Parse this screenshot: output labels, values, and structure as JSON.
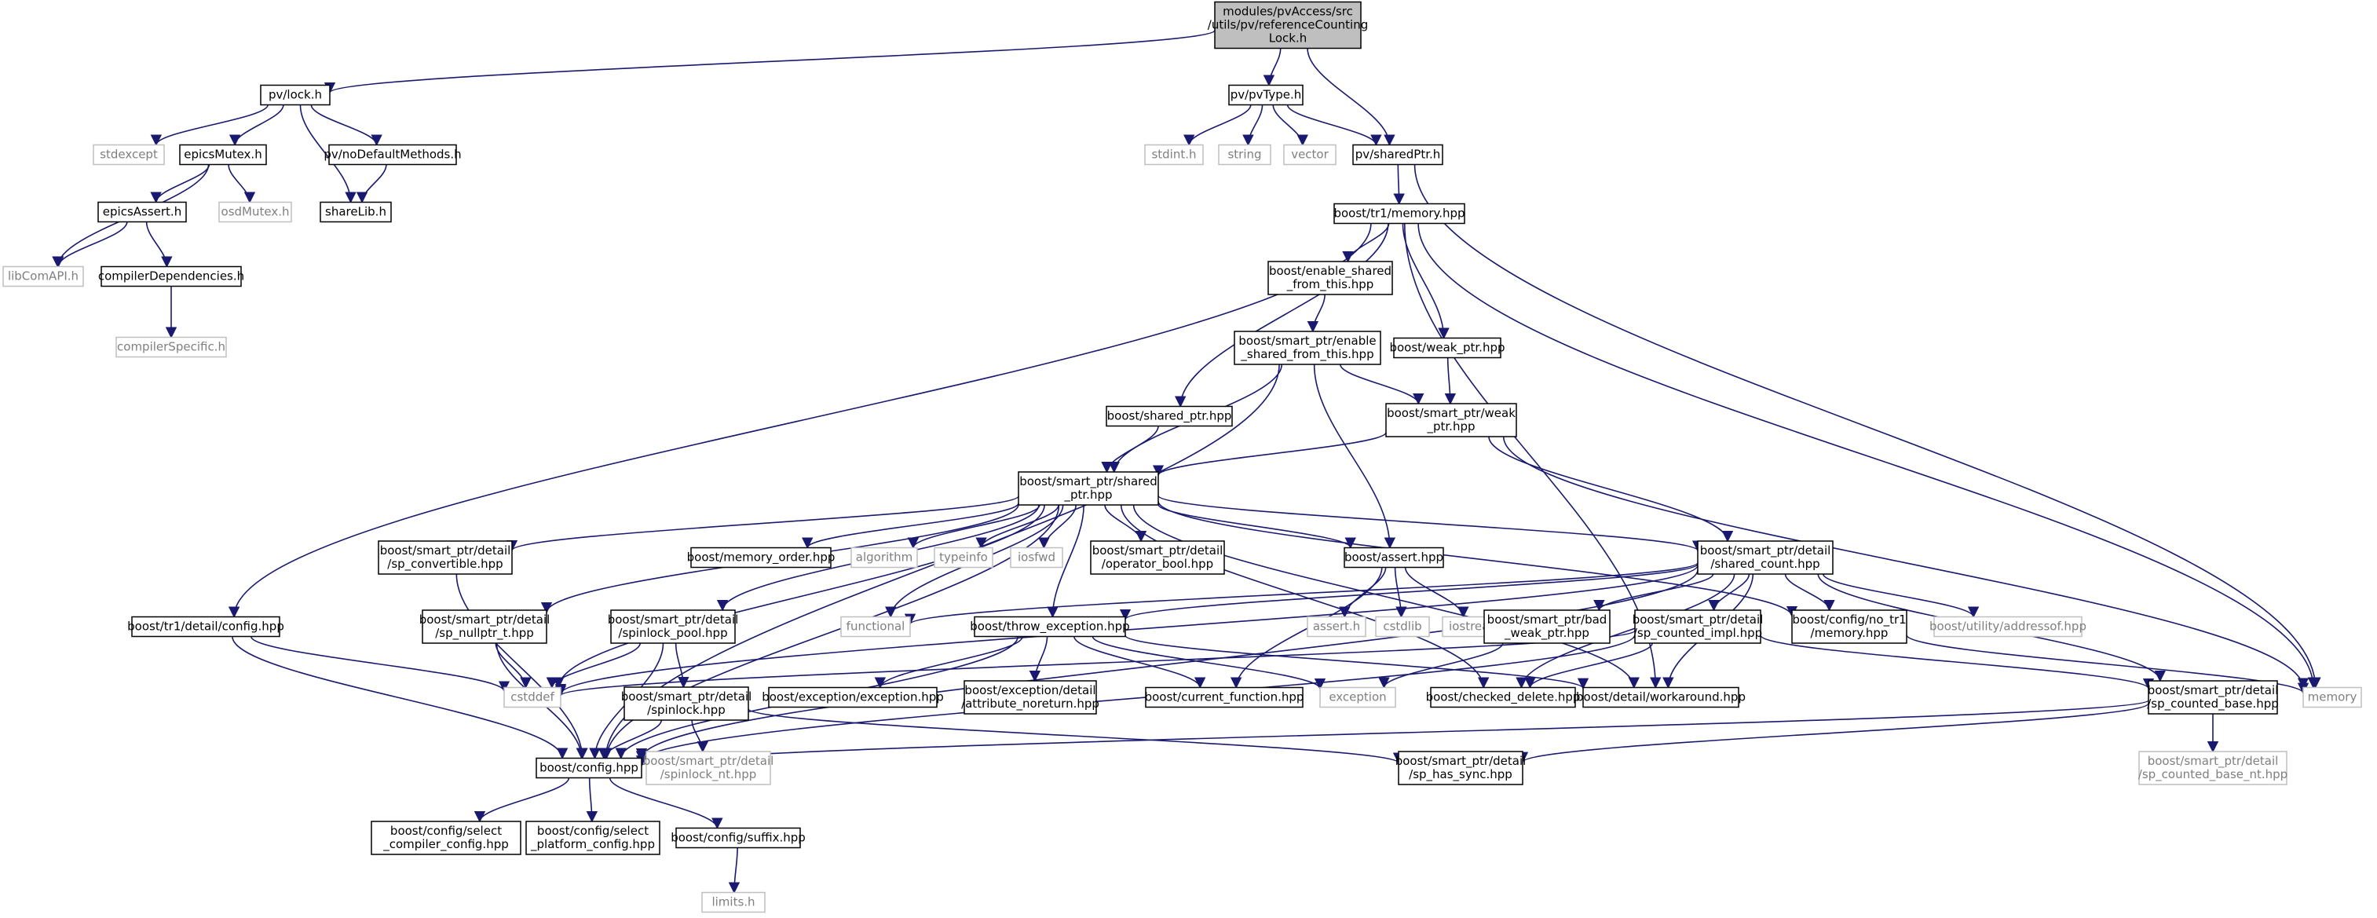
{
  "graph": {
    "title": "",
    "edge_color": "#191970",
    "nodes": [
      {
        "id": "root",
        "lines": [
          "modules/pvAccess/src",
          "/utils/pv/referenceCounting",
          "Lock.h"
        ],
        "kind": "root"
      },
      {
        "id": "lock",
        "lines": [
          "pv/lock.h"
        ],
        "kind": "local"
      },
      {
        "id": "pvtype",
        "lines": [
          "pv/pvType.h"
        ],
        "kind": "local"
      },
      {
        "id": "sharedptr",
        "lines": [
          "pv/sharedPtr.h"
        ],
        "kind": "local"
      },
      {
        "id": "stdexcept",
        "lines": [
          "stdexcept"
        ],
        "kind": "system"
      },
      {
        "id": "epicsmutex",
        "lines": [
          "epicsMutex.h"
        ],
        "kind": "local"
      },
      {
        "id": "nodefault",
        "lines": [
          "pv/noDefaultMethods.h"
        ],
        "kind": "local"
      },
      {
        "id": "sharelib",
        "lines": [
          "shareLib.h"
        ],
        "kind": "local"
      },
      {
        "id": "epicsassert",
        "lines": [
          "epicsAssert.h"
        ],
        "kind": "local"
      },
      {
        "id": "osdmutex",
        "lines": [
          "osdMutex.h"
        ],
        "kind": "system"
      },
      {
        "id": "libcom",
        "lines": [
          "libComAPI.h"
        ],
        "kind": "system"
      },
      {
        "id": "compdeps",
        "lines": [
          "compilerDependencies.h"
        ],
        "kind": "local"
      },
      {
        "id": "compspec",
        "lines": [
          "compilerSpecific.h"
        ],
        "kind": "system"
      },
      {
        "id": "stdint",
        "lines": [
          "stdint.h"
        ],
        "kind": "system"
      },
      {
        "id": "string",
        "lines": [
          "string"
        ],
        "kind": "system"
      },
      {
        "id": "vector",
        "lines": [
          "vector"
        ],
        "kind": "system"
      },
      {
        "id": "tr1memory",
        "lines": [
          "boost/tr1/memory.hpp"
        ],
        "kind": "local"
      },
      {
        "id": "memory",
        "lines": [
          "memory"
        ],
        "kind": "system"
      },
      {
        "id": "enableshared",
        "lines": [
          "boost/enable_shared",
          "_from_this.hpp"
        ],
        "kind": "local"
      },
      {
        "id": "spenable",
        "lines": [
          "boost/smart_ptr/enable",
          "_shared_from_this.hpp"
        ],
        "kind": "local"
      },
      {
        "id": "weakptr",
        "lines": [
          "boost/weak_ptr.hpp"
        ],
        "kind": "local"
      },
      {
        "id": "sharedptrhpp",
        "lines": [
          "boost/shared_ptr.hpp"
        ],
        "kind": "local"
      },
      {
        "id": "spweak",
        "lines": [
          "boost/smart_ptr/weak",
          "_ptr.hpp"
        ],
        "kind": "local"
      },
      {
        "id": "spshared",
        "lines": [
          "boost/smart_ptr/shared",
          "_ptr.hpp"
        ],
        "kind": "local"
      },
      {
        "id": "spconvertible",
        "lines": [
          "boost/smart_ptr/detail",
          "/sp_convertible.hpp"
        ],
        "kind": "local"
      },
      {
        "id": "memorder",
        "lines": [
          "boost/memory_order.hpp"
        ],
        "kind": "local"
      },
      {
        "id": "algorithm",
        "lines": [
          "algorithm"
        ],
        "kind": "system"
      },
      {
        "id": "typeinfo",
        "lines": [
          "typeinfo"
        ],
        "kind": "system"
      },
      {
        "id": "iosfwd",
        "lines": [
          "iosfwd"
        ],
        "kind": "system"
      },
      {
        "id": "opbool",
        "lines": [
          "boost/smart_ptr/detail",
          "/operator_bool.hpp"
        ],
        "kind": "local"
      },
      {
        "id": "assert",
        "lines": [
          "boost/assert.hpp"
        ],
        "kind": "local"
      },
      {
        "id": "sharedcount",
        "lines": [
          "boost/smart_ptr/detail",
          "/shared_count.hpp"
        ],
        "kind": "local"
      },
      {
        "id": "tr1config",
        "lines": [
          "boost/tr1/detail/config.hpp"
        ],
        "kind": "local"
      },
      {
        "id": "spnullptr",
        "lines": [
          "boost/smart_ptr/detail",
          "/sp_nullptr_t.hpp"
        ],
        "kind": "local"
      },
      {
        "id": "spinlockpool",
        "lines": [
          "boost/smart_ptr/detail",
          "/spinlock_pool.hpp"
        ],
        "kind": "local"
      },
      {
        "id": "functional",
        "lines": [
          "functional"
        ],
        "kind": "system"
      },
      {
        "id": "throwexc",
        "lines": [
          "boost/throw_exception.hpp"
        ],
        "kind": "local"
      },
      {
        "id": "asserth",
        "lines": [
          "assert.h"
        ],
        "kind": "system"
      },
      {
        "id": "cstdlib",
        "lines": [
          "cstdlib"
        ],
        "kind": "system"
      },
      {
        "id": "iostream",
        "lines": [
          "iostream"
        ],
        "kind": "system"
      },
      {
        "id": "badweak",
        "lines": [
          "boost/smart_ptr/bad",
          "_weak_ptr.hpp"
        ],
        "kind": "local"
      },
      {
        "id": "spcountedimpl",
        "lines": [
          "boost/smart_ptr/detail",
          "/sp_counted_impl.hpp"
        ],
        "kind": "local"
      },
      {
        "id": "notr1",
        "lines": [
          "boost/config/no_tr1",
          "/memory.hpp"
        ],
        "kind": "local"
      },
      {
        "id": "addressof",
        "lines": [
          "boost/utility/addressof.hpp"
        ],
        "kind": "system"
      },
      {
        "id": "cstddef",
        "lines": [
          "cstddef"
        ],
        "kind": "system"
      },
      {
        "id": "excexc",
        "lines": [
          "boost/exception/exception.hpp"
        ],
        "kind": "local"
      },
      {
        "id": "attrnoreturn",
        "lines": [
          "boost/exception/detail",
          "/attribute_noreturn.hpp"
        ],
        "kind": "local"
      },
      {
        "id": "curfunc",
        "lines": [
          "boost/current_function.hpp"
        ],
        "kind": "local"
      },
      {
        "id": "exception",
        "lines": [
          "exception"
        ],
        "kind": "system"
      },
      {
        "id": "checkeddel",
        "lines": [
          "boost/checked_delete.hpp"
        ],
        "kind": "local"
      },
      {
        "id": "workaround",
        "lines": [
          "boost/detail/workaround.hpp"
        ],
        "kind": "local"
      },
      {
        "id": "spcountedbase",
        "lines": [
          "boost/smart_ptr/detail",
          "/sp_counted_base.hpp"
        ],
        "kind": "local"
      },
      {
        "id": "spinlock",
        "lines": [
          "boost/smart_ptr/detail",
          "/spinlock.hpp"
        ],
        "kind": "local"
      },
      {
        "id": "boostconfig",
        "lines": [
          "boost/config.hpp"
        ],
        "kind": "local"
      },
      {
        "id": "spinlocknt",
        "lines": [
          "boost/smart_ptr/detail",
          "/spinlock_nt.hpp"
        ],
        "kind": "system"
      },
      {
        "id": "sphassync",
        "lines": [
          "boost/smart_ptr/detail",
          "/sp_has_sync.hpp"
        ],
        "kind": "local"
      },
      {
        "id": "spcountedbasent",
        "lines": [
          "boost/smart_ptr/detail",
          "/sp_counted_base_nt.hpp"
        ],
        "kind": "system"
      },
      {
        "id": "selcompiler",
        "lines": [
          "boost/config/select",
          "_compiler_config.hpp"
        ],
        "kind": "local"
      },
      {
        "id": "selplatform",
        "lines": [
          "boost/config/select",
          "_platform_config.hpp"
        ],
        "kind": "local"
      },
      {
        "id": "suffix",
        "lines": [
          "boost/config/suffix.hpp"
        ],
        "kind": "local"
      },
      {
        "id": "limits",
        "lines": [
          "limits.h"
        ],
        "kind": "system"
      }
    ],
    "edges": [
      [
        "root",
        "lock"
      ],
      [
        "root",
        "pvtype"
      ],
      [
        "root",
        "sharedptr"
      ],
      [
        "lock",
        "stdexcept"
      ],
      [
        "lock",
        "epicsmutex"
      ],
      [
        "lock",
        "nodefault"
      ],
      [
        "lock",
        "sharelib"
      ],
      [
        "epicsmutex",
        "epicsassert"
      ],
      [
        "epicsmutex",
        "osdmutex"
      ],
      [
        "epicsmutex",
        "libcom"
      ],
      [
        "nodefault",
        "sharelib"
      ],
      [
        "epicsassert",
        "libcom"
      ],
      [
        "epicsassert",
        "compdeps"
      ],
      [
        "compdeps",
        "compspec"
      ],
      [
        "pvtype",
        "stdint"
      ],
      [
        "pvtype",
        "string"
      ],
      [
        "pvtype",
        "vector"
      ],
      [
        "pvtype",
        "sharedptr"
      ],
      [
        "sharedptr",
        "tr1memory"
      ],
      [
        "sharedptr",
        "memory"
      ],
      [
        "tr1memory",
        "enableshared"
      ],
      [
        "tr1memory",
        "weakptr"
      ],
      [
        "tr1memory",
        "sharedptrhpp"
      ],
      [
        "tr1memory",
        "tr1config"
      ],
      [
        "tr1memory",
        "memory"
      ],
      [
        "tr1memory",
        "workaround"
      ],
      [
        "enableshared",
        "spenable"
      ],
      [
        "spenable",
        "spweak"
      ],
      [
        "spenable",
        "spshared"
      ],
      [
        "spenable",
        "assert"
      ],
      [
        "spenable",
        "boostconfig"
      ],
      [
        "weakptr",
        "spweak"
      ],
      [
        "sharedptrhpp",
        "spshared"
      ],
      [
        "spweak",
        "spshared"
      ],
      [
        "spweak",
        "sharedcount"
      ],
      [
        "spweak",
        "memory"
      ],
      [
        "spshared",
        "spconvertible"
      ],
      [
        "spshared",
        "memorder"
      ],
      [
        "spshared",
        "algorithm"
      ],
      [
        "spshared",
        "typeinfo"
      ],
      [
        "spshared",
        "iosfwd"
      ],
      [
        "spshared",
        "opbool"
      ],
      [
        "spshared",
        "assert"
      ],
      [
        "spshared",
        "sharedcount"
      ],
      [
        "spshared",
        "spnullptr"
      ],
      [
        "spshared",
        "spinlockpool"
      ],
      [
        "spshared",
        "functional"
      ],
      [
        "spshared",
        "throwexc"
      ],
      [
        "spshared",
        "notr1"
      ],
      [
        "spshared",
        "cstddef"
      ],
      [
        "spshared",
        "boostconfig"
      ],
      [
        "spshared",
        "checkeddel"
      ],
      [
        "spshared",
        "workaround"
      ],
      [
        "spconvertible",
        "boostconfig"
      ],
      [
        "assert",
        "asserth"
      ],
      [
        "assert",
        "cstdlib"
      ],
      [
        "assert",
        "iostream"
      ],
      [
        "assert",
        "curfunc"
      ],
      [
        "sharedcount",
        "functional"
      ],
      [
        "sharedcount",
        "throwexc"
      ],
      [
        "sharedcount",
        "badweak"
      ],
      [
        "sharedcount",
        "spcountedimpl"
      ],
      [
        "sharedcount",
        "notr1"
      ],
      [
        "sharedcount",
        "addressof"
      ],
      [
        "sharedcount",
        "spcountedbase"
      ],
      [
        "sharedcount",
        "checkeddel"
      ],
      [
        "sharedcount",
        "workaround"
      ],
      [
        "sharedcount",
        "boostconfig"
      ],
      [
        "sharedcount",
        "cstddef"
      ],
      [
        "tr1config",
        "cstddef"
      ],
      [
        "tr1config",
        "boostconfig"
      ],
      [
        "spnullptr",
        "cstddef"
      ],
      [
        "spnullptr",
        "boostconfig"
      ],
      [
        "spinlockpool",
        "cstddef"
      ],
      [
        "spinlockpool",
        "spinlock"
      ],
      [
        "spinlockpool",
        "boostconfig"
      ],
      [
        "throwexc",
        "excexc"
      ],
      [
        "throwexc",
        "attrnoreturn"
      ],
      [
        "throwexc",
        "curfunc"
      ],
      [
        "throwexc",
        "exception"
      ],
      [
        "throwexc",
        "boostconfig"
      ],
      [
        "throwexc",
        "workaround"
      ],
      [
        "badweak",
        "exception"
      ],
      [
        "spcountedimpl",
        "cstddef"
      ],
      [
        "spcountedimpl",
        "checkeddel"
      ],
      [
        "spcountedimpl",
        "spcountedbase"
      ],
      [
        "spcountedimpl",
        "boostconfig"
      ],
      [
        "notr1",
        "memory"
      ],
      [
        "spcountedbase",
        "sphassync"
      ],
      [
        "spcountedbase",
        "spcountedbasent"
      ],
      [
        "spcountedbase",
        "boostconfig"
      ],
      [
        "spinlock",
        "spinlocknt"
      ],
      [
        "spinlock",
        "boostconfig"
      ],
      [
        "spinlock",
        "sphassync"
      ],
      [
        "boostconfig",
        "selcompiler"
      ],
      [
        "boostconfig",
        "selplatform"
      ],
      [
        "boostconfig",
        "suffix"
      ],
      [
        "suffix",
        "limits"
      ]
    ]
  }
}
